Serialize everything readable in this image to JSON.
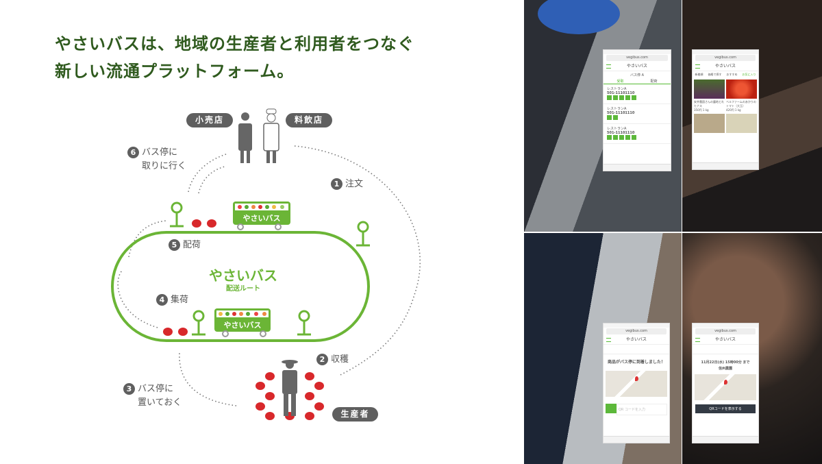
{
  "headline": {
    "line1": "やさいバスは、地域の生産者と利用者をつなぐ",
    "line2": "新しい流通プラットフォーム。"
  },
  "diagram": {
    "actors": {
      "retail": "小売店",
      "restaurant": "料飲店",
      "producer": "生産者"
    },
    "center": {
      "title": "やさいバス",
      "subtitle": "配送ルート"
    },
    "bus_label": "やさいバス",
    "steps": [
      {
        "num": "1",
        "label": "注文"
      },
      {
        "num": "2",
        "label": "収穫"
      },
      {
        "num": "3",
        "label": "バス停に",
        "label2": "置いておく"
      },
      {
        "num": "4",
        "label": "集荷"
      },
      {
        "num": "5",
        "label": "配荷"
      },
      {
        "num": "6",
        "label": "バス停に",
        "label2": "取りに行く"
      }
    ],
    "colors": {
      "route": "#6bb536",
      "tomato": "#d8282b",
      "pill": "#5f5f5f",
      "headline": "#2f5a1e"
    }
  },
  "phones": {
    "url": "vegibus.com",
    "app_title": "やさいバス",
    "p1": {
      "subtitle": "バス停 A",
      "tabs": [
        "受取",
        "配荷"
      ],
      "item_name": "レストランA",
      "item_id": "501-11101110"
    },
    "p2": {
      "tabs": [
        "新着順",
        "価格で探す",
        "おすすめ",
        "お気に入り"
      ],
      "items": [
        "安井農園さんの露地とれたナス",
        "ベルファームのあかりの トマト（大玉）"
      ],
      "prices": [
        "350円",
        "420円"
      ],
      "units": [
        "1 kg",
        "1 kg"
      ]
    },
    "p3": {
      "message": "商品がバス停に到着しました！",
      "input_placeholder": "QR コードを入力"
    },
    "p4": {
      "date": "11月22日(水) 15時00分 まで",
      "place": "信州農園",
      "qr_button": "QRコードを表示する"
    }
  }
}
